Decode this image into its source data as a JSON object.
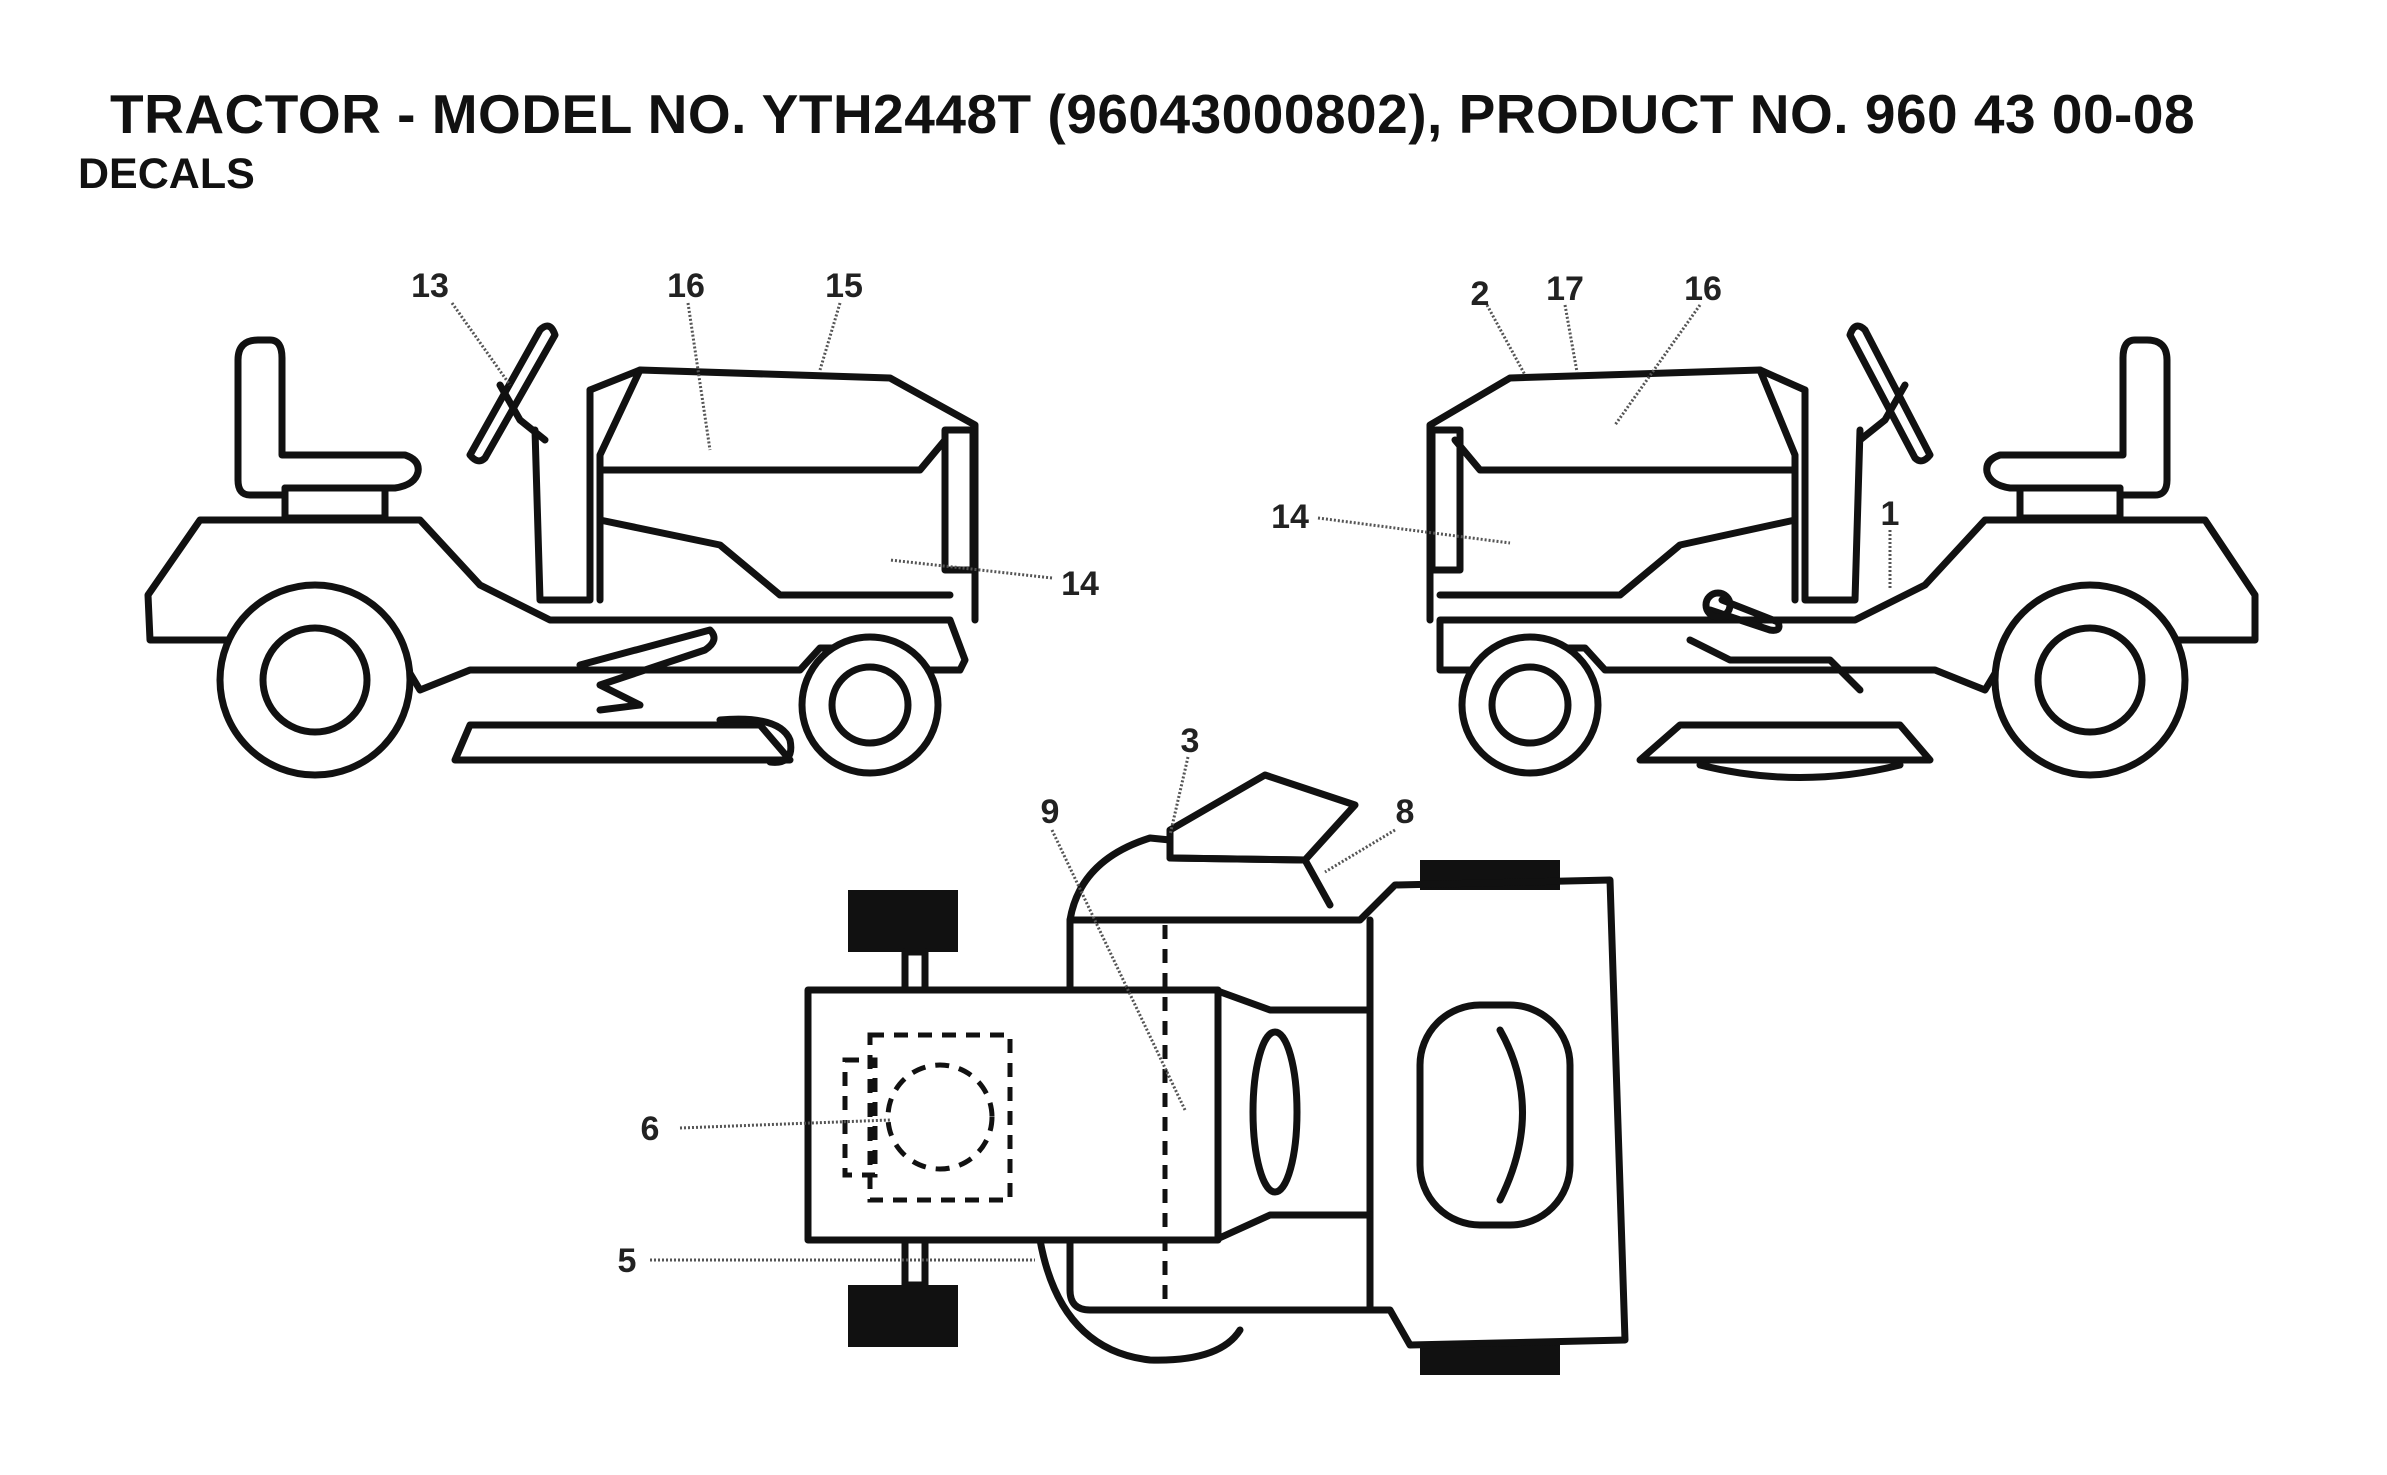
{
  "header": {
    "title": "TRACTOR - MODEL NO. YTH2448T (96043000802), PRODUCT NO. 960 43 00-08",
    "subtitle": "DECALS"
  },
  "callouts": {
    "c13": "13",
    "c16a": "16",
    "c15": "15",
    "c14a": "14",
    "c2": "2",
    "c17": "17",
    "c16b": "16",
    "c14b": "14",
    "c1": "1",
    "c3": "3",
    "c9": "9",
    "c8": "8",
    "c6": "6",
    "c5": "5"
  }
}
